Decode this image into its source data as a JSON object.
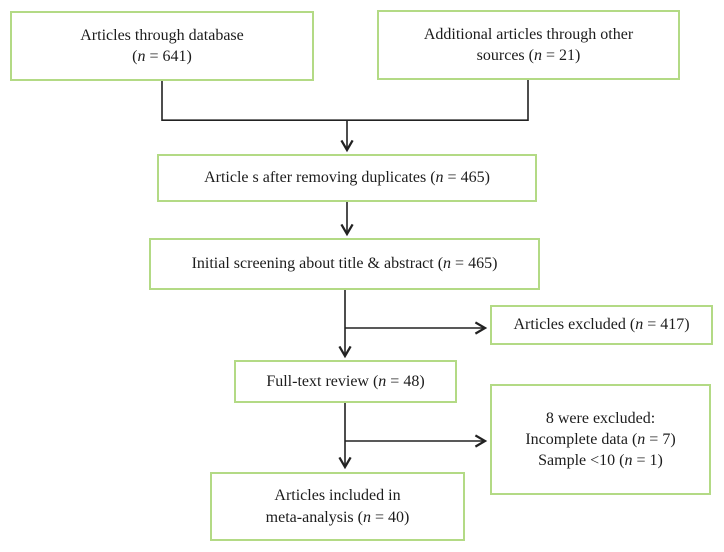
{
  "colors": {
    "box_border": "#b3da85",
    "connector": "#222222",
    "text": "#1c1c1c",
    "background": "#ffffff"
  },
  "diagram": {
    "type": "prisma-style-flowchart",
    "boxes": [
      {
        "id": "articles-through-database",
        "lines": [
          [
            {
              "text": "Articles through database"
            }
          ],
          [
            {
              "text": "("
            },
            {
              "text": "n",
              "italic": true
            },
            {
              "text": " = 641)"
            }
          ]
        ]
      },
      {
        "id": "additional-articles-other-sources",
        "lines": [
          [
            {
              "text": "Additional articles through other"
            }
          ],
          [
            {
              "text": "sources ("
            },
            {
              "text": "n",
              "italic": true
            },
            {
              "text": " = 21)"
            }
          ]
        ]
      },
      {
        "id": "articles-after-removing-duplicates",
        "lines": [
          [
            {
              "text": "Article s after removing duplicates ("
            },
            {
              "text": "n",
              "italic": true
            },
            {
              "text": " = 465)"
            }
          ]
        ]
      },
      {
        "id": "initial-screening",
        "lines": [
          [
            {
              "text": "Initial screening about title & abstract ("
            },
            {
              "text": "n",
              "italic": true
            },
            {
              "text": " = 465)"
            }
          ]
        ]
      },
      {
        "id": "articles-excluded",
        "lines": [
          [
            {
              "text": "Articles excluded ("
            },
            {
              "text": "n",
              "italic": true
            },
            {
              "text": " = 417)"
            }
          ]
        ]
      },
      {
        "id": "full-text-review",
        "lines": [
          [
            {
              "text": "Full-text review ("
            },
            {
              "text": "n",
              "italic": true
            },
            {
              "text": " = 48)"
            }
          ]
        ]
      },
      {
        "id": "excluded-after-full-text",
        "lines": [
          [
            {
              "text": "8 were excluded:"
            }
          ],
          [
            {
              "text": "Incomplete data ("
            },
            {
              "text": "n",
              "italic": true
            },
            {
              "text": " = 7)"
            }
          ],
          [
            {
              "text": "Sample <10 ("
            },
            {
              "text": "n",
              "italic": true
            },
            {
              "text": " = 1)"
            }
          ]
        ]
      },
      {
        "id": "articles-included-meta-analysis",
        "lines": [
          [
            {
              "text": "Articles included in"
            }
          ],
          [
            {
              "text": "meta-analysis ("
            },
            {
              "text": "n",
              "italic": true
            },
            {
              "text": " = 40)"
            }
          ]
        ]
      }
    ],
    "edges": [
      {
        "from": "articles-through-database",
        "to": "articles-after-removing-duplicates"
      },
      {
        "from": "additional-articles-other-sources",
        "to": "articles-after-removing-duplicates"
      },
      {
        "from": "articles-after-removing-duplicates",
        "to": "initial-screening"
      },
      {
        "from": "initial-screening",
        "to": "articles-excluded"
      },
      {
        "from": "initial-screening",
        "to": "full-text-review"
      },
      {
        "from": "full-text-review",
        "to": "excluded-after-full-text"
      },
      {
        "from": "full-text-review",
        "to": "articles-included-meta-analysis"
      }
    ]
  }
}
